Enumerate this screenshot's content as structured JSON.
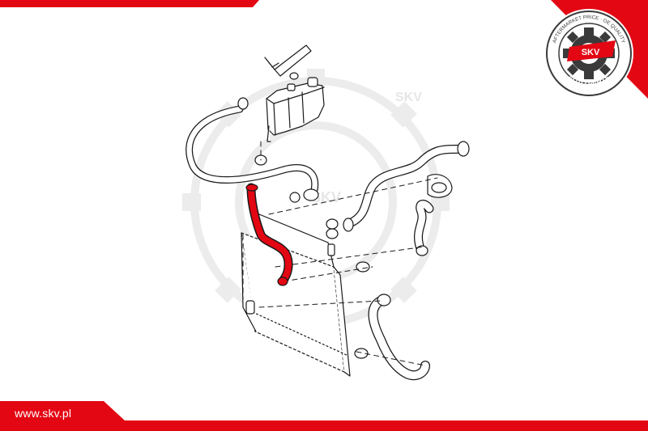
{
  "footer": {
    "website": "www.skv.pl"
  },
  "logo": {
    "center_text": "SKV",
    "arc_text_top": "AFTERMARKET PRICE · OE QUALITY",
    "arc_text_bottom": "AUTO PARTS",
    "watermark_text": "SKV"
  },
  "colors": {
    "accent": "#e30613",
    "drawing": "#1a1a1a",
    "watermark": "#ececec",
    "logo_dark": "#3a3a3a"
  },
  "icons": {
    "brand": "gear-logo-icon"
  }
}
